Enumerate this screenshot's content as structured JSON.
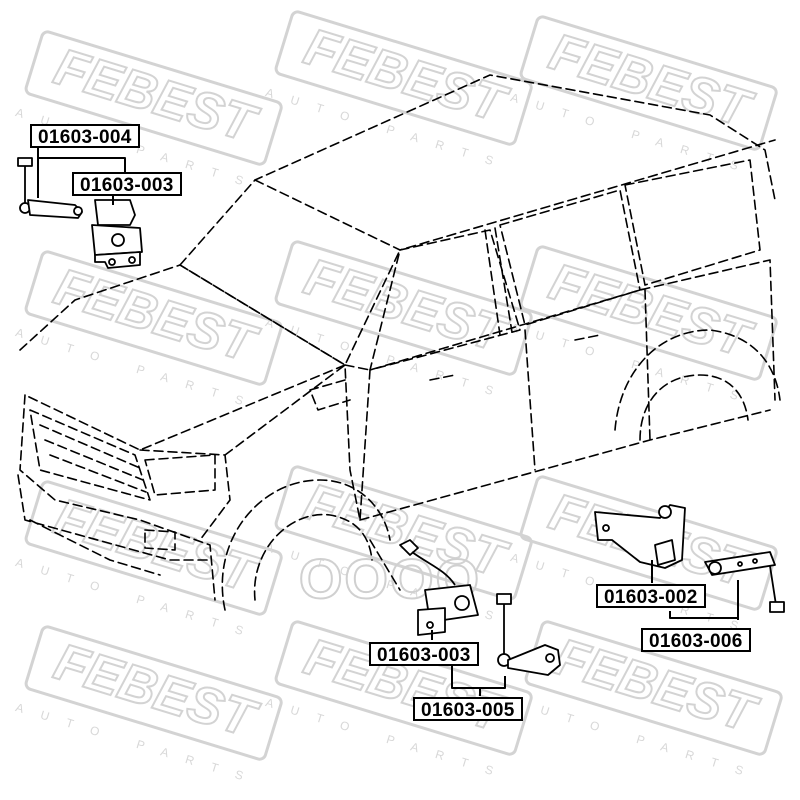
{
  "watermark": {
    "brand": "FEBEST",
    "tagline": "AUTO PARTS"
  },
  "center_logo": {
    "text": "ОООО"
  },
  "labels": [
    {
      "id": "l1",
      "text": "01603-004"
    },
    {
      "id": "l2",
      "text": "01603-003"
    },
    {
      "id": "l3",
      "text": "01603-002"
    },
    {
      "id": "l4",
      "text": "01603-006"
    },
    {
      "id": "l5",
      "text": "01603-003"
    },
    {
      "id": "l6",
      "text": "01603-005"
    }
  ],
  "colors": {
    "line": "#000000",
    "watermark": "#c8c8c8",
    "background": "#ffffff"
  }
}
